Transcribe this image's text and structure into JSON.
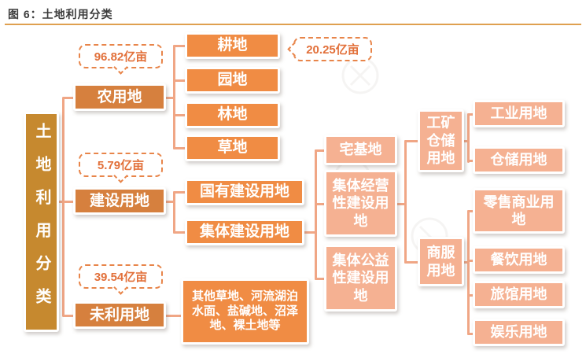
{
  "figure": {
    "title": "图 6：土地利用分类"
  },
  "diagram": {
    "root": {
      "label": "土地利用分类"
    },
    "branches": [
      {
        "label": "农用地",
        "area_callout": "96.82亿亩",
        "children": [
          {
            "label": "耕地",
            "area_callout": "20.25亿亩"
          },
          {
            "label": "园地"
          },
          {
            "label": "林地"
          },
          {
            "label": "草地"
          }
        ]
      },
      {
        "label": "建设用地",
        "area_callout": "5.79亿亩",
        "children": [
          {
            "label": "国有建设用地"
          },
          {
            "label": "集体建设用地",
            "children": [
              {
                "label": "宅基地"
              },
              {
                "label": "集体经营性建设用地",
                "children": [
                  {
                    "label": "工矿仓储用地",
                    "children": [
                      {
                        "label": "工业用地"
                      },
                      {
                        "label": "仓储用地"
                      }
                    ]
                  },
                  {
                    "label": "商服用地",
                    "children": [
                      {
                        "label": "零售商业用地"
                      },
                      {
                        "label": "餐饮用地"
                      },
                      {
                        "label": "旅馆用地"
                      },
                      {
                        "label": "娱乐用地"
                      }
                    ]
                  }
                ]
              },
              {
                "label": "集体公益性建设用地"
              }
            ]
          }
        ]
      },
      {
        "label": "未利用地",
        "area_callout": "39.54亿亩",
        "children": [
          {
            "label": "其他草地、河流湖泊水面、盐碱地、沼泽地、裸土地等"
          }
        ]
      }
    ]
  },
  "colors": {
    "root_gold": "#c6892f",
    "branch_orange": "#d6803e",
    "leaf_orange": "#f08c44",
    "salmon": "#f5b192",
    "connector": "#f0a685",
    "callout_border": "#e8854a",
    "callout_text": "#e2703a",
    "title_text": "#3c3c3c",
    "title_rule": "#dfa050"
  }
}
